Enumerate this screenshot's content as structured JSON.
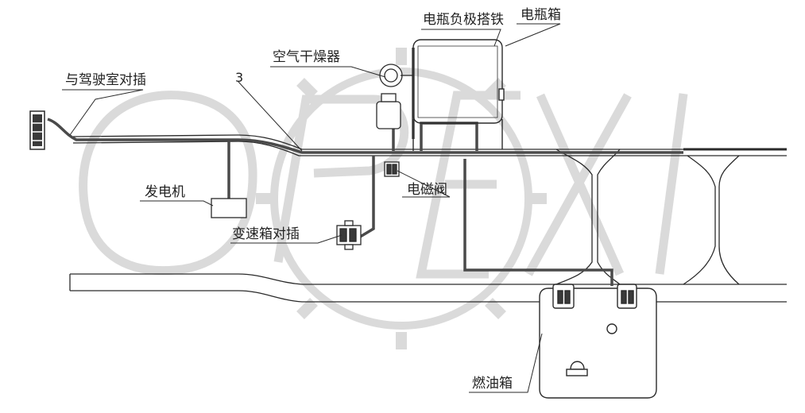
{
  "labels": {
    "battery_negative_ground": "电瓶负极搭铁",
    "battery_box": "电瓶箱",
    "air_dryer": "空气干燥器",
    "cab_connector": "与驾驶室对插",
    "callout_number": "3",
    "generator": "发电机",
    "solenoid_valve": "电磁阀",
    "gearbox_connector": "变速箱对插",
    "fuel_tank": "燃油箱"
  },
  "watermark": "OPEX",
  "colors": {
    "line": "#2a2a2a",
    "harness": "#5a5a5a",
    "watermark": "#d9d9d9"
  }
}
